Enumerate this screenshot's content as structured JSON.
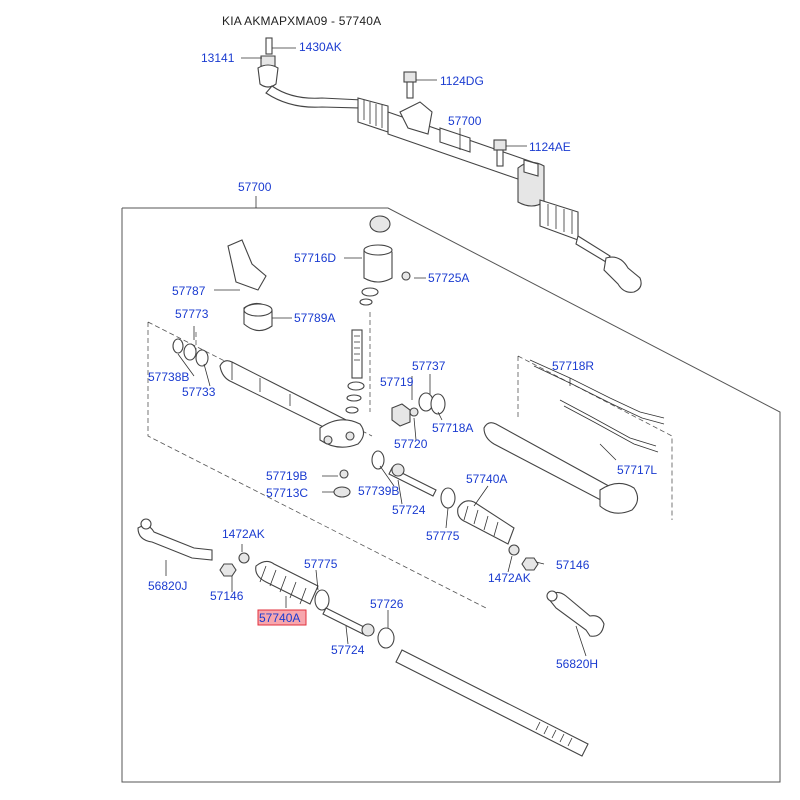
{
  "title": "KIA AKMAPXMA09 - 57740A",
  "colors": {
    "label": "#1a3bd0",
    "highlight_fill": "#f7a6ad",
    "highlight_border": "#e0303c"
  },
  "labels": {
    "l13141": "13141",
    "l1430AK": "1430AK",
    "l1124DG": "1124DG",
    "l57700_top": "57700",
    "l1124AE": "1124AE",
    "l57700_box": "57700",
    "l57716D": "57716D",
    "l57725A": "57725A",
    "l57787": "57787",
    "l57789A": "57789A",
    "l57773": "57773",
    "l57738B": "57738B",
    "l57733": "57733",
    "l57737": "57737",
    "l57719": "57719",
    "l57718A": "57718A",
    "l57720": "57720",
    "l57718R": "57718R",
    "l57717L": "57717L",
    "l57719B": "57719B",
    "l57713C": "57713C",
    "l57739B": "57739B",
    "l57724_mid": "57724",
    "l57740A_right": "57740A",
    "l57775_right": "57775",
    "l1472AK_left": "1472AK",
    "l56820J": "56820J",
    "l57146_left": "57146",
    "l57775_left": "57775",
    "l57740A_hl": "57740A",
    "l57726": "57726",
    "l57724_bottom": "57724",
    "l1472AK_right": "1472AK",
    "l57146_right": "57146",
    "l56820H": "56820H"
  }
}
